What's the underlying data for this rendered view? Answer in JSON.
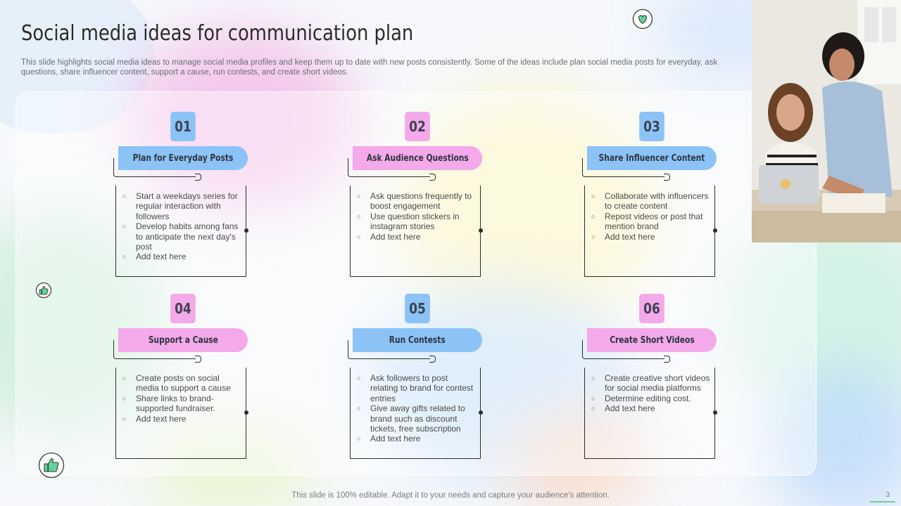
{
  "slide": {
    "title": "Social media ideas for communication plan",
    "description": "This slide highlights social media ideas to manage social media profiles and keep them up to date with new posts consistently.  Some of the ideas include plan social media posts for everyday, ask questions, share influencer content, support a cause, run contests, and create short videos.",
    "footer": "This slide is 100% editable. Adapt it to your needs and capture your audience's attention.",
    "page_number": "3"
  },
  "cards": [
    {
      "num": "01",
      "title": "Plan for Everyday Posts",
      "color": "blue",
      "bullets": [
        "Start a weekdays series for regular interaction with followers",
        "Develop habits among fans to anticipate the next day's post",
        "Add text here"
      ]
    },
    {
      "num": "02",
      "title": "Ask Audience Questions",
      "color": "pink",
      "bullets": [
        "Ask questions frequently to boost engagement",
        "Use question stickers in instagram stories",
        "Add text here"
      ]
    },
    {
      "num": "03",
      "title": "Share Influencer  Content",
      "color": "blue",
      "bullets": [
        "Collaborate with influencers to create content",
        "Repost videos or post that mention brand",
        "Add text here"
      ]
    },
    {
      "num": "04",
      "title": "Support  a Cause",
      "color": "pink",
      "bullets": [
        "Create posts on social media to support a cause",
        "Share links to brand-supported fundraiser.",
        "Add text here"
      ]
    },
    {
      "num": "05",
      "title": "Run Contests",
      "color": "blue",
      "bullets": [
        "Ask followers to post relating to brand for contest entries",
        "Give away gifts related to brand such as discount tickets, free subscription",
        "Add text here"
      ]
    },
    {
      "num": "06",
      "title": "Create  Short Videos",
      "color": "pink",
      "bullets": [
        "Create creative short videos for social media platforms",
        "Determine editing cost.",
        "Add text here"
      ]
    }
  ],
  "colors": {
    "blue": "#8cc3f7",
    "pink": "#f3a9ea",
    "accent_green": "#6fcf97"
  },
  "icons": [
    "heart-icon",
    "thumbs-up-icon",
    "thumbs-up-badge-icon"
  ]
}
